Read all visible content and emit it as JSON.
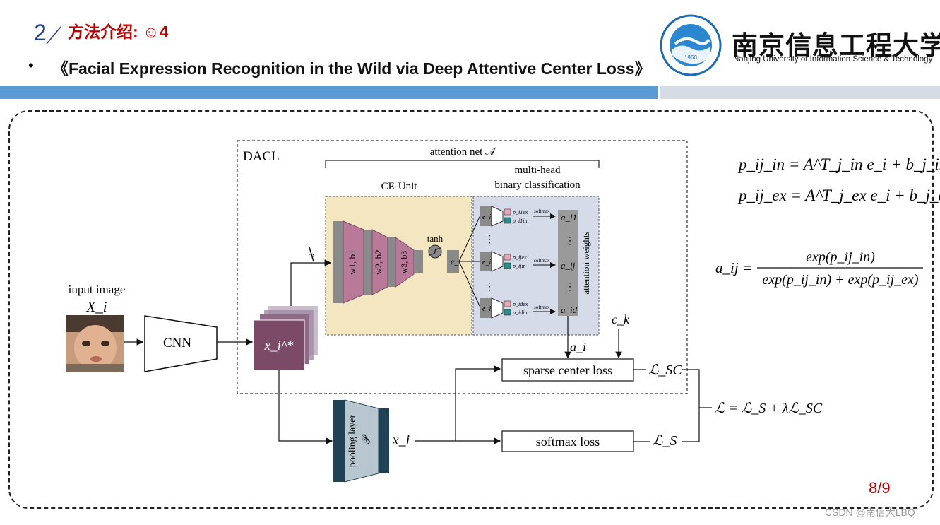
{
  "header": {
    "section_number": "2",
    "section_title": "方法介绍: ☺4",
    "bullet": "•",
    "paper_title": "《Facial Expression Recognition in the Wild via Deep Attentive Center Loss》"
  },
  "university": {
    "name_cn": "南京信息工程大学",
    "name_en": "Nanjing University of Information Science & Technology",
    "logo_year": "1960"
  },
  "colors": {
    "accent_red": "#c00000",
    "header_bar_blue": "#5b9bd5",
    "header_bar_grey": "#d6dce4",
    "feature_map": "#7a4a66",
    "ce_unit_bg": "#f3e6c0",
    "classifier_bg": "#d6dbea",
    "pooling_dark": "#1f4257",
    "pooling_light": "#b8c7cf"
  },
  "diagram": {
    "input_label": "input image",
    "input_symbol": "X_i",
    "cnn_label": "CNN",
    "feature_symbol": "x_i^*",
    "dacl_label": "DACL",
    "attention_net_label": "attention net 𝒜",
    "ce_unit_label": "CE-Unit",
    "multihead_label_1": "multi-head",
    "multihead_label_2": "binary classification",
    "fc_labels": [
      "w1, b1",
      "w2, b2",
      "w3, b3"
    ],
    "tanh_label": "tanh",
    "e_label": "e_i",
    "softmax_small": "softmax",
    "head_labels": [
      {
        "ex": "p_i1ex",
        "in": "p_i1in",
        "out": "a_i1"
      },
      {
        "ex": "p_ijex",
        "in": "p_ijin",
        "out": "a_ij"
      },
      {
        "ex": "p_idex",
        "in": "p_idin",
        "out": "a_id"
      }
    ],
    "attention_weights_label": "attention weights",
    "ck_label": "c_k",
    "ai_label": "a_i",
    "sparse_loss_label": "sparse center loss",
    "lsc_label": "ℒ_SC",
    "pooling_label": "pooling layer",
    "pooling_symbol": "𝒫",
    "xi_label": "x_i",
    "softmax_loss_label": "softmax loss",
    "ls_label": "ℒ_S",
    "total_loss_label": "ℒ = ℒ_S + λℒ_SC"
  },
  "equations": {
    "eq1": "p_ij_in = A^T_j_in e_i + b_j_in",
    "eq2": "p_ij_ex = A^T_j_ex e_i + b_j_ex",
    "eq3_lhs": "a_ij =",
    "eq3_num": "exp(p_ij_in)",
    "eq3_den": "exp(p_ij_in) + exp(p_ij_ex)"
  },
  "footer": {
    "page": "8/9",
    "watermark": "CSDN @南信大LBQ"
  }
}
